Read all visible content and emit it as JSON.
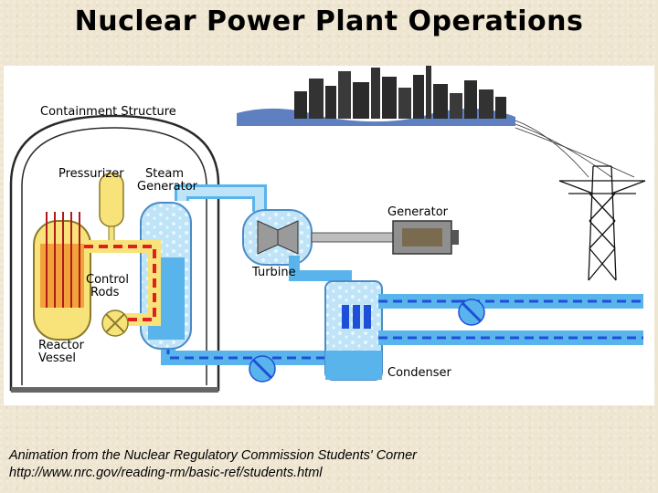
{
  "slide": {
    "title": "Nuclear Power Plant Operations"
  },
  "diagram": {
    "labels": {
      "containment_structure": "Containment Structure",
      "pressurizer": "Pressurizer",
      "steam_generator_line1": "Steam",
      "steam_generator_line2": "Generator",
      "control_rods_line1": "Control",
      "control_rods_line2": "Rods",
      "reactor_vessel_line1": "Reactor",
      "reactor_vessel_line2": "Vessel",
      "generator": "Generator",
      "turbine": "Turbine",
      "condenser": "Condenser"
    },
    "colors": {
      "hot_loop": "#e02020",
      "cool_loop": "#1e4fd8",
      "water_fill": "#5ab4ec",
      "steam_fill": "#bfe3f7",
      "reactor_fill": "#f7e37a",
      "background": "#efe6d2"
    }
  },
  "caption": {
    "line1": "Animation from the Nuclear Regulatory Commission Students' Corner",
    "line2": "http://www.nrc.gov/reading-rm/basic-ref/students.html"
  }
}
